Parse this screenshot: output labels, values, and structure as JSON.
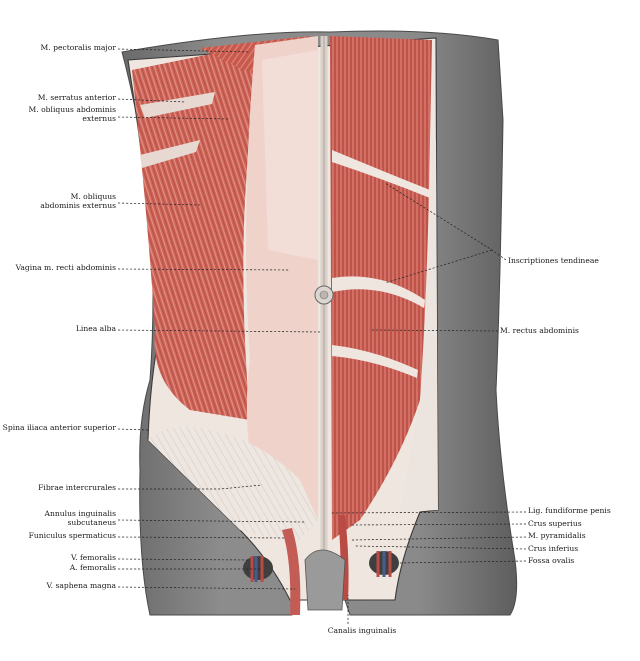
{
  "labels_left": [
    {
      "id": "pectoralis",
      "lines": [
        "M. pectoralis major"
      ]
    },
    {
      "id": "serratus",
      "lines": [
        "M. serratus anterior"
      ]
    },
    {
      "id": "obliquus-1",
      "lines": [
        "M. obliquus abdominis",
        "externus"
      ]
    },
    {
      "id": "obliquus-2",
      "lines": [
        "M. obliquus",
        "abdominis externus"
      ]
    },
    {
      "id": "vagina",
      "lines": [
        "Vagina m. recti abdominis"
      ]
    },
    {
      "id": "linea-alba",
      "lines": [
        "Linea alba"
      ]
    },
    {
      "id": "spina",
      "lines": [
        "Spina iliaca anterior superior"
      ]
    },
    {
      "id": "fibrae",
      "lines": [
        "Fibrae intercrurales"
      ]
    },
    {
      "id": "annulus",
      "lines": [
        "Annulus inguinalis",
        "subcutaneus"
      ]
    },
    {
      "id": "funiculus",
      "lines": [
        "Funiculus spermaticus"
      ]
    },
    {
      "id": "v-femoralis",
      "lines": [
        "V. femoralis"
      ]
    },
    {
      "id": "a-femoralis",
      "lines": [
        "A. femoralis"
      ]
    },
    {
      "id": "v-saphena",
      "lines": [
        "V. saphena magna"
      ]
    }
  ],
  "labels_right": [
    {
      "id": "inscriptiones",
      "lines": [
        "Inscriptiones tendineae"
      ]
    },
    {
      "id": "rectus",
      "lines": [
        "M. rectus abdominis"
      ]
    },
    {
      "id": "lig-fundiforme",
      "lines": [
        "Lig. fundiforme penis"
      ]
    },
    {
      "id": "crus-superius",
      "lines": [
        "Crus superius"
      ]
    },
    {
      "id": "pyramidalis",
      "lines": [
        "M. pyramidalis"
      ]
    },
    {
      "id": "crus-inferius",
      "lines": [
        "Crus inferius"
      ]
    },
    {
      "id": "fossa-ovalis",
      "lines": [
        "Fossa ovalis"
      ]
    }
  ],
  "labels_bottom": [
    {
      "id": "canalis",
      "lines": [
        "Canalis inguinalis"
      ]
    }
  ],
  "colors": {
    "skin": "#7d7d7d",
    "skin_dark": "#5c5c5c",
    "muscle": "#c7574c",
    "muscle_light": "#dd8479",
    "fascia": "#ecd8d0",
    "tendon": "#f1ece6"
  }
}
